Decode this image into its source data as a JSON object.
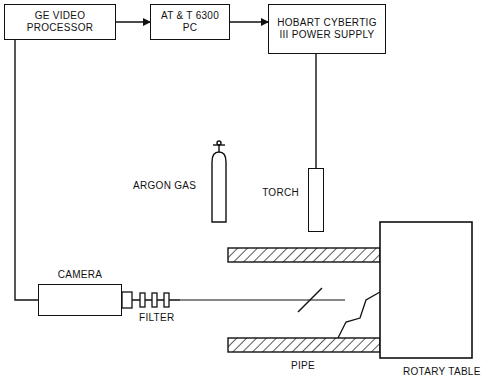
{
  "diagram": {
    "nodes": [
      {
        "text": [
          "GE VIDEO PROCESSOR"
        ]
      },
      {
        "text": [
          "AT & T 6300 PC"
        ]
      },
      {
        "text": [
          "HOBART CYBERTIG III POWER SUPPLY"
        ]
      },
      {
        "text": [
          "CAMERA"
        ]
      },
      {
        "text": [
          "TORCH"
        ]
      }
    ],
    "edges": [
      {
        "from": 0,
        "to": 1,
        "arrow": "to"
      },
      {
        "from": 1,
        "to": 2,
        "arrow": "to"
      },
      {
        "from": 3,
        "to": 0,
        "arrow": "none"
      },
      {
        "from": 2,
        "to": 4,
        "arrow": "none"
      }
    ],
    "labels": [
      "ARGON GAS",
      "FILTER",
      "PIPE",
      "ROTARY TABLE"
    ]
  }
}
